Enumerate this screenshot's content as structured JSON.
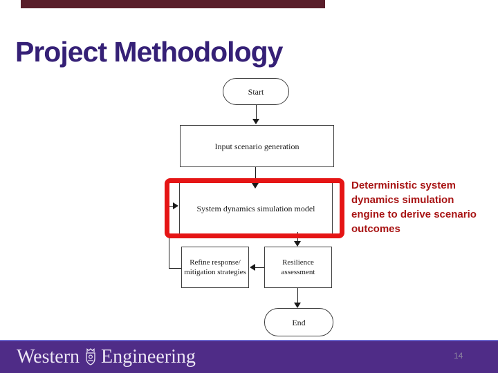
{
  "title": "Project Methodology",
  "flowchart": {
    "start": "Start",
    "input": "Input scenario generation",
    "model": "System dynamics simulation model",
    "refine": "Refine response/ mitigation strategies",
    "resilience": "Resilience assessment",
    "end": "End"
  },
  "annotation": "Deterministic system dynamics simulation engine to derive scenario outcomes",
  "footer": {
    "western": "Western",
    "engineering": "Engineering",
    "page_number": "14"
  },
  "colors": {
    "title_purple": "#352076",
    "top_bar_maroon": "#591e2a",
    "highlight_red": "#e51515",
    "annotation_red": "#a81414",
    "footer_purple": "#4f2c87",
    "footer_accent_blue": "#6a64cc",
    "footer_text": "#ece6f4",
    "page_number_gray": "#8e86a0",
    "flowchart_line": "#1a1a1a"
  }
}
